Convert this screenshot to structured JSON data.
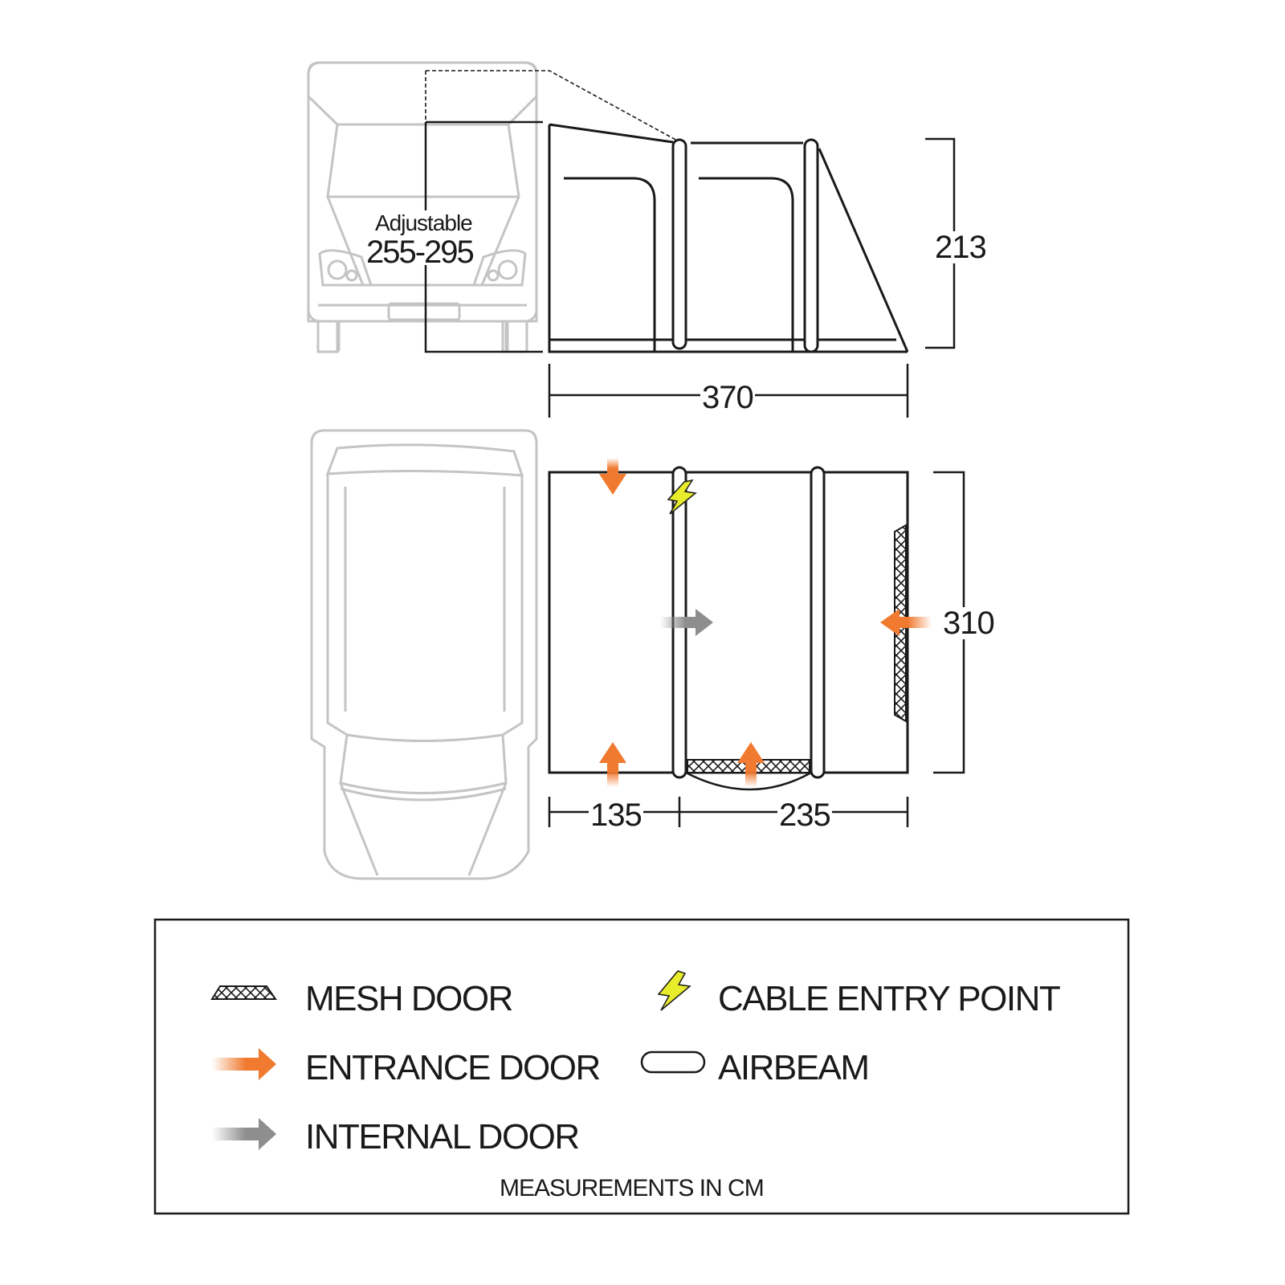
{
  "diagram": {
    "side_view": {
      "adjustable_label": "Adjustable",
      "adjustable_range": "255-295",
      "height": "213",
      "length": "370"
    },
    "plan_view": {
      "depth": "310",
      "section_1": "135",
      "section_2": "235"
    }
  },
  "legend": {
    "items": [
      {
        "icon": "mesh-door-icon",
        "label": "MESH DOOR"
      },
      {
        "icon": "cable-entry-icon",
        "label": "CABLE ENTRY POINT"
      },
      {
        "icon": "entrance-door-arrow-icon",
        "label": "ENTRANCE DOOR"
      },
      {
        "icon": "airbeam-icon",
        "label": "AIRBEAM"
      },
      {
        "icon": "internal-door-arrow-icon",
        "label": "INTERNAL DOOR"
      }
    ],
    "footnote": "MEASUREMENTS IN CM"
  },
  "colors": {
    "line": "#1a1a1a",
    "vehicle": "#c4c4c4",
    "entrance": "#f07a30",
    "internal": "#8e8e8e",
    "cable": "#e8ec2a"
  }
}
